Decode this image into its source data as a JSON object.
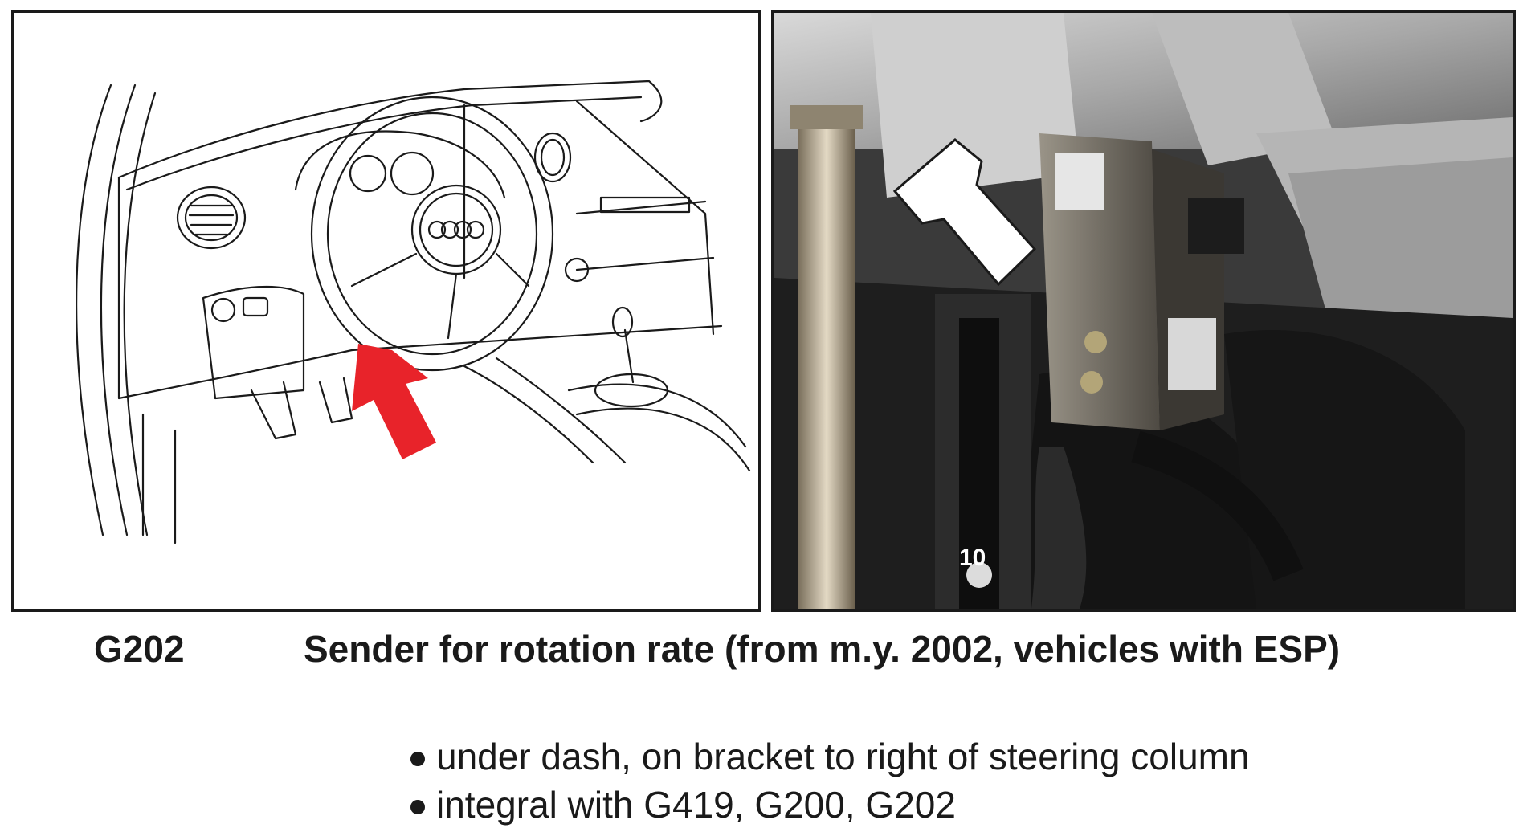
{
  "figure": {
    "drawing_alt": "Line drawing of dashboard and steering wheel with red arrow",
    "photo_alt": "Photo of sender module under dash with white arrow",
    "photo_label": "10",
    "colors": {
      "arrow_red": "#e8232a",
      "arrow_white": "#ffffff",
      "text": "#1a1a1a"
    }
  },
  "caption": {
    "code": "G202",
    "description": "Sender for rotation rate (from m.y. 2002, vehicles with ESP)"
  },
  "notes": [
    "under dash, on bracket to right of steering column",
    "integral with G419, G200, G202"
  ]
}
